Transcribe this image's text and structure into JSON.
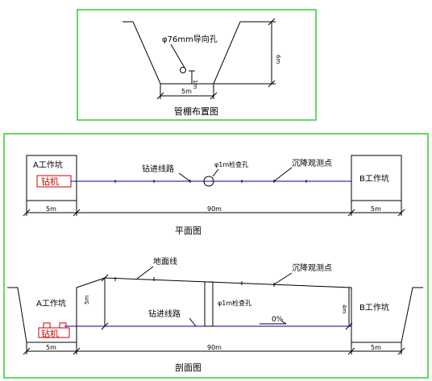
{
  "top": {
    "hole_label": "φ76mm导向孔",
    "height_label": "6m",
    "small_dim": "1m",
    "width_label": "5m",
    "caption": "管棚布置图"
  },
  "plan": {
    "pit_a": "A工作坑",
    "drill": "钻机",
    "drill_path": "钻进线路",
    "check_hole": "φ1m检查孔",
    "settlement": "沉降观测点",
    "pit_b": "B工作坑",
    "dim_left": "5m",
    "dim_mid": "90m",
    "dim_right": "5m",
    "caption": "平面图"
  },
  "section": {
    "ground_line": "地面线",
    "settlement": "沉降观测点",
    "pit_a": "A工作坑",
    "depth_left": "5m",
    "drill_path": "钻进线路",
    "check_hole": "φ1m检查孔",
    "slope": "0%",
    "depth_right": "4m",
    "pit_b": "B工作坑",
    "drill": "钻机",
    "dim_left": "5m",
    "dim_mid": "90m",
    "dim_right": "5m",
    "caption": "剖面图"
  }
}
